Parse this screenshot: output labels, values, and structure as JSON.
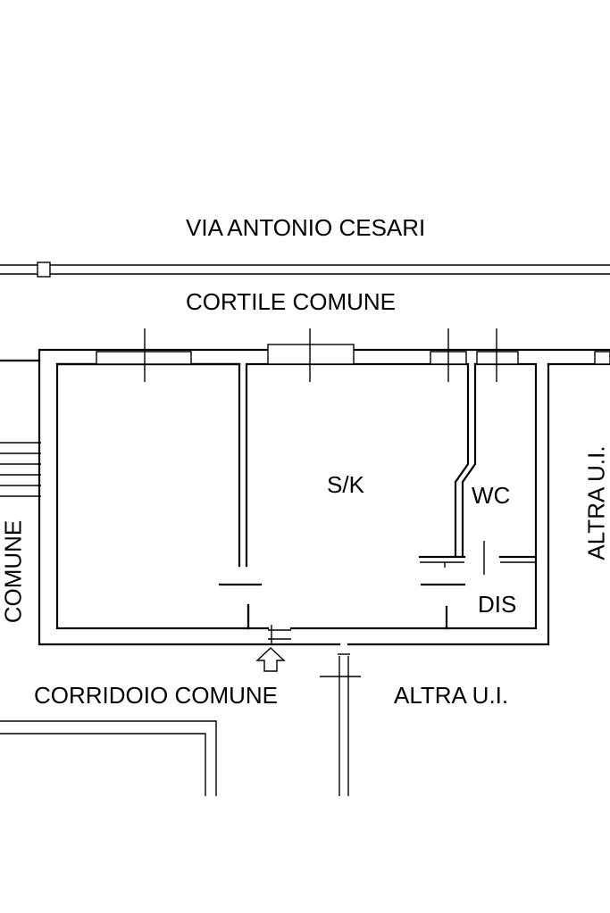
{
  "labels": {
    "street": "VIA ANTONIO CESARI",
    "courtyard": "CORTILE COMUNE",
    "kitchen": "S/K",
    "wc": "WC",
    "dis": "DIS",
    "neighbor_right": "ALTRA U.I.",
    "corridor": "CORRIDOIO COMUNE",
    "neighbor_bottom": "ALTRA U.I.",
    "stair_common": "COMUNE"
  }
}
